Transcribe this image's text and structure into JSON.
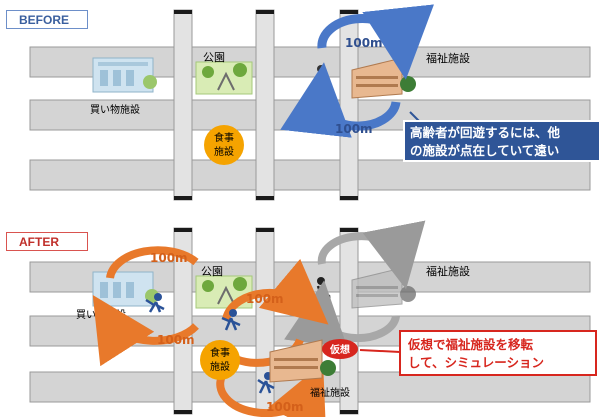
{
  "before": {
    "tag": "BEFORE",
    "labels": {
      "shopping": "買い物施設",
      "park": "公園",
      "welfare": "福祉施設",
      "meal_line1": "食事",
      "meal_line2": "施設",
      "dist_top": "100m",
      "dist_bottom": "100m"
    },
    "callout": {
      "line1": "高齢者が回遊するには、他",
      "line2": "の施設が点在していて遠い"
    }
  },
  "after": {
    "tag": "AFTER",
    "labels": {
      "shopping": "買い物施設",
      "park": "公園",
      "welfare_ghost": "福祉施設",
      "welfare_new": "福祉施設",
      "meal_line1": "食事",
      "meal_line2": "施設",
      "dist_1": "100m",
      "dist_2": "100m",
      "dist_3": "100m",
      "dist_4": "100m",
      "virtual_badge": "仮想"
    },
    "callout": {
      "line1": "仮想で福祉施設を移転",
      "line2": "して、シミュレーション"
    }
  },
  "colors": {
    "road": "#d4d4d4",
    "road_edge": "#9a9a9a",
    "post": "#1a1a1a",
    "blue_arrow": "#4a78c8",
    "orange_arrow": "#e8792b",
    "meal_circle": "#f5a300",
    "callout_blue": "#2f5597",
    "callout_red": "#d7261e",
    "badge_red": "#d7261e"
  }
}
